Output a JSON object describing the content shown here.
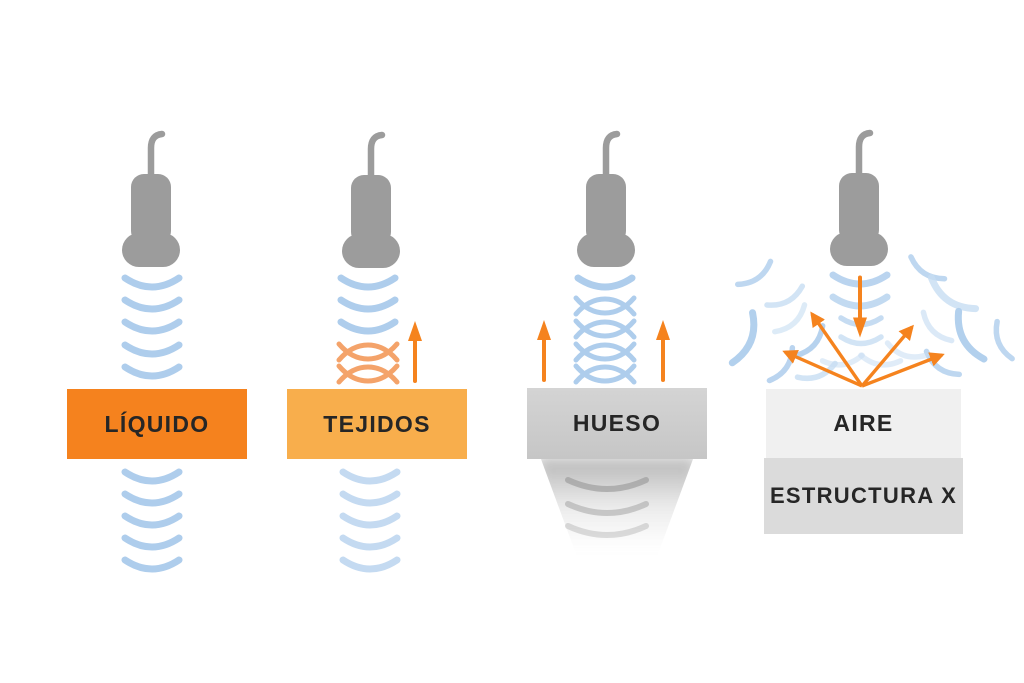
{
  "diagram": {
    "subject": "ultrasound-wave-interaction-with-materials",
    "panels": [
      {
        "label": "LÍQUIDO"
      },
      {
        "label": "TEJIDOS"
      },
      {
        "label": "HUESO"
      },
      {
        "label": "AIRE",
        "sublabel": "ESTRUCTURA X"
      }
    ]
  },
  "icons": {
    "probe": "ultrasound-transducer-icon",
    "wave_arc": "sound-wavefront-arc-icon",
    "crossed_wave": "interference-crossed-wave-icon",
    "up_arrow": "reflection-up-arrow-icon",
    "down_arrow": "incident-down-arrow-icon",
    "scatter_rays": "scatter-radiating-arrows-icon",
    "acoustic_shadow": "acoustic-shadow-gradient"
  },
  "colors": {
    "liquido": "#F5821E",
    "tejidos": "#F8AE4C",
    "huesoTop": "#D4D4D4",
    "huesoBottom": "#C6C6C6",
    "aire": "#F0F0F0",
    "estructura": "#DBDBDB",
    "orange": "#F5831E",
    "lensOrange": "#F4A36A",
    "blue": "#AECDEC",
    "blueLight": "#C7DDF2",
    "probeGray": "#9C9C9C",
    "shadowGray": "#9E9E9E",
    "ink": "#262626"
  }
}
